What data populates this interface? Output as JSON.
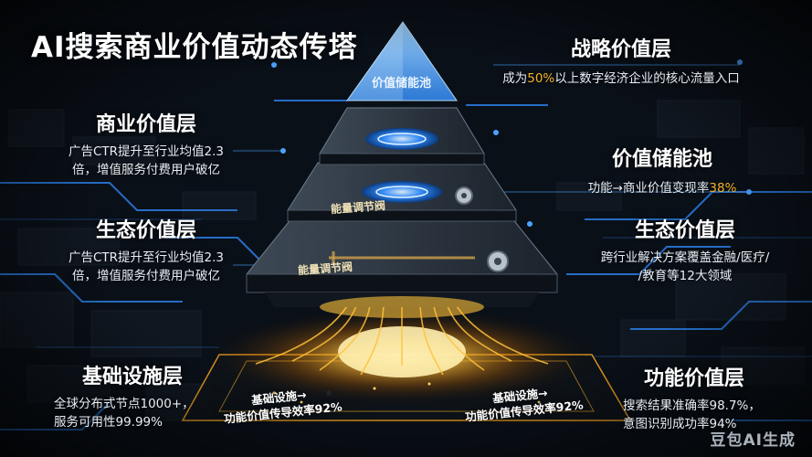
{
  "title": "AI搜索商业价值动态传塔",
  "pyramid": {
    "top_label": "价值储能池",
    "valve_label_1": "能量调节阀",
    "valve_label_2": "能量调节阀"
  },
  "left": [
    {
      "heading": "商业价值层",
      "line1": "广告CTR提升至行业均值2.3",
      "line2": "倍，增值服务付费用户破亿"
    },
    {
      "heading": "生态价值层",
      "line1": "广告CTR提升至行业均值2.3",
      "line2": "倍，增值服务付费用户破亿"
    },
    {
      "heading": "基础设施层",
      "line1": "全球分布式节点1000+，",
      "line2": "服务可用性99.99%"
    }
  ],
  "right": [
    {
      "heading": "战略价值层",
      "pre": "成为",
      "hl": "50%",
      "post": "以上数字经济企业的核心流量入口"
    },
    {
      "heading": "价值储能池",
      "pre": "功能→商业价值变现率",
      "hl": "38%",
      "post": ""
    },
    {
      "heading": "生态价值层",
      "line1": "跨行业解决方案覆盖金融/医疗/",
      "line2": "/教育等12大领域"
    },
    {
      "heading": "功能价值层",
      "line1": "搜索结果准确率98.7%，",
      "line2": "意图识别成功率94%"
    }
  ],
  "stages": [
    {
      "line1": "基础设施→",
      "line2": "功能价值传导效率92%"
    },
    {
      "line1": "基础设施→",
      "line2": "功能价值传导效率92%"
    }
  ],
  "watermark": "豆包AI生成",
  "colors": {
    "accent": "#f5b32a",
    "glow_blue": "#2f8cff",
    "gold": "#ffb020"
  }
}
